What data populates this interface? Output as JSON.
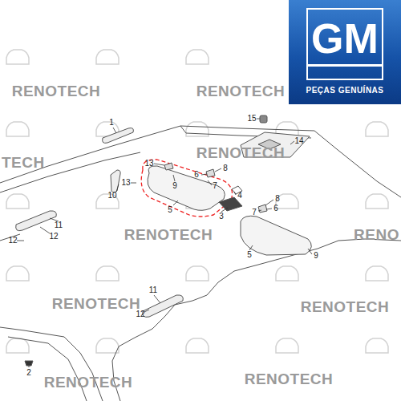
{
  "diagram": {
    "nodes": [
      {
        "text": [
          "GM",
          "PEÇAS GENUÍNAS"
        ]
      }
    ],
    "labels": [
      "1",
      "13",
      "9",
      "6",
      "8",
      "7",
      "4",
      "3",
      "5",
      "10",
      "13",
      "8",
      "6",
      "7",
      "5",
      "9",
      "15",
      "14",
      "11",
      "12",
      "12",
      "11",
      "12",
      "2",
      "RENOTECH",
      "RENOTECH",
      "TECH",
      "RENOTECH",
      "RENOTECH",
      "RENO",
      "RENOTECH",
      "RENOTECH",
      "RENOTECH",
      "RENOTECH"
    ]
  }
}
